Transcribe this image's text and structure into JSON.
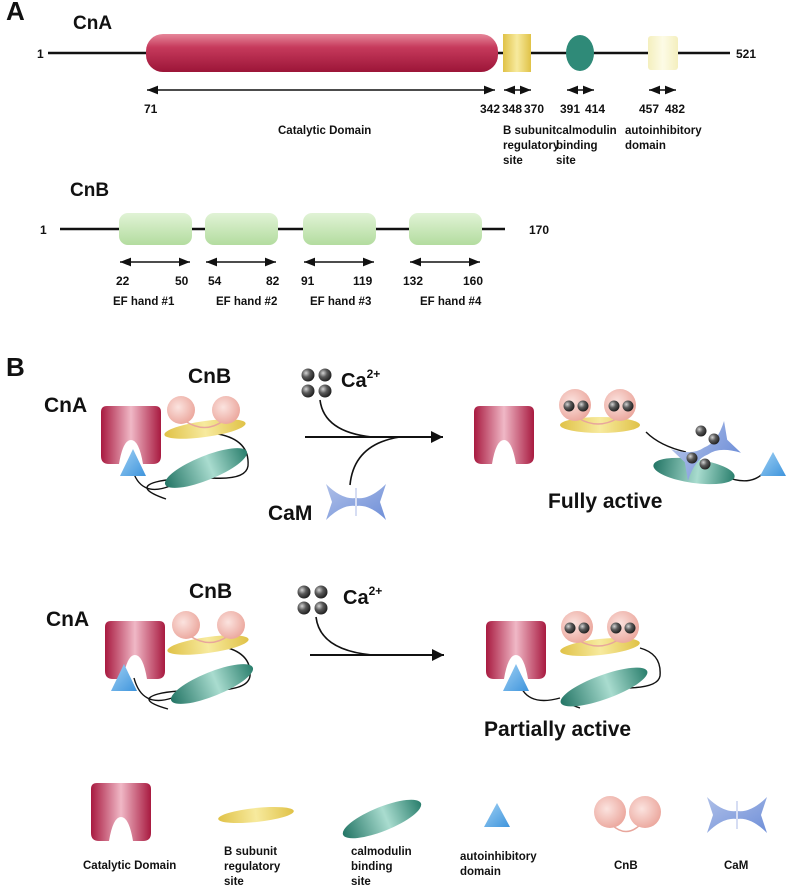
{
  "panel_a": {
    "label": "A",
    "cna": {
      "title": "CnA",
      "start": "1",
      "end": "521",
      "positions": [
        "71",
        "342",
        "348",
        "370",
        "391",
        "414",
        "457",
        "482"
      ],
      "domains": {
        "catalytic": [
          "Catalytic Domain"
        ],
        "b_subunit": [
          "B subunit",
          "regulatory",
          "site"
        ],
        "calmodulin": [
          "calmodulin",
          "binding",
          "site"
        ],
        "autoinhibitory": [
          "autoinhibitory",
          "domain"
        ]
      },
      "colors": {
        "catalytic": "#b5224a",
        "b_subunit": "#e9cd55",
        "calmodulin": "#2f8a78",
        "autoinhibitory": "#f3efbf"
      }
    },
    "cnb": {
      "title": "CnB",
      "start": "1",
      "end": "170",
      "hands": [
        {
          "label": "EF hand #1",
          "start": "22",
          "end": "50"
        },
        {
          "label": "EF hand #2",
          "start": "54",
          "end": "82"
        },
        {
          "label": "EF hand #3",
          "start": "91",
          "end": "119"
        },
        {
          "label": "EF hand #4",
          "start": "132",
          "end": "160"
        }
      ],
      "color": "#bfe3ae"
    }
  },
  "panel_b": {
    "label": "B",
    "top": {
      "cna": "CnA",
      "cnb": "CnB",
      "ca": "Ca",
      "ca_sup": "2+",
      "cam": "CaM",
      "result": "Fully active"
    },
    "bottom": {
      "cna": "CnA",
      "cnb": "CnB",
      "ca": "Ca",
      "ca_sup": "2+",
      "result": "Partially active"
    }
  },
  "legend": {
    "catalytic": [
      "Catalytic Domain"
    ],
    "b_subunit": [
      "B subunit",
      "regulatory",
      "site"
    ],
    "calmodulin": [
      "calmodulin",
      "binding",
      "site"
    ],
    "autoinhibitory": [
      "autoinhibitory",
      "domain"
    ],
    "cnb": [
      "CnB"
    ],
    "cam": [
      "CaM"
    ]
  }
}
